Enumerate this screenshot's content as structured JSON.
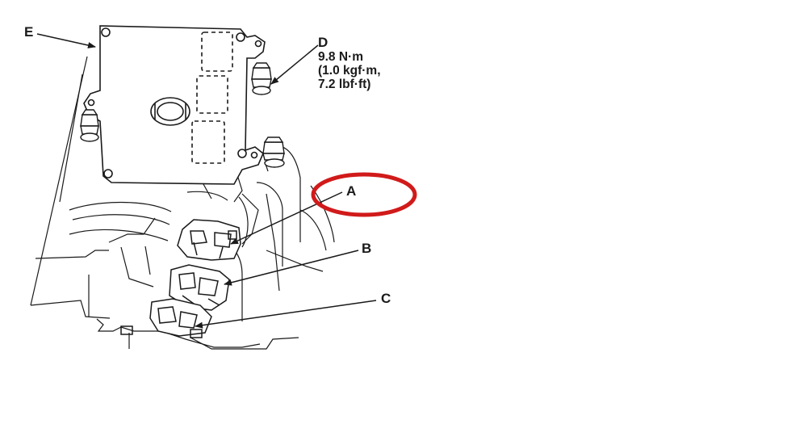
{
  "callouts": {
    "a": "A",
    "b": "B",
    "c": "C",
    "d": "D",
    "e": "E"
  },
  "torque_spec": {
    "line1": "9.8 N·m",
    "line2": "(1.0 kgf·m,",
    "line3": "7.2 lbf·ft)"
  },
  "colors": {
    "line": "#1a1a1a",
    "highlight": "#d11a1a",
    "background": "#ffffff"
  }
}
